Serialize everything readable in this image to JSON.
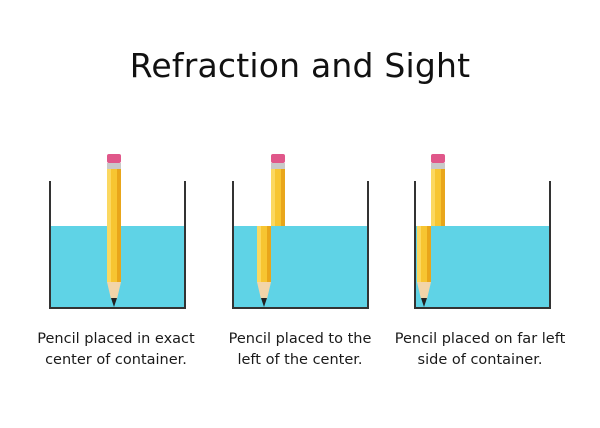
{
  "title": "Refraction and Sight",
  "colors": {
    "water": "#5fd3e6",
    "container_outline": "#333333",
    "pencil_yellow": "#f7c531",
    "pencil_shade": "#e9a61a",
    "pencil_light": "#fbd860",
    "eraser": "#e0578a",
    "ferrule": "#c9c9c9",
    "wood": "#f2d5a9",
    "lead": "#222222"
  },
  "scenarios": [
    {
      "id": "center",
      "caption_lines": [
        "Pencil placed in exact",
        "center of container."
      ]
    },
    {
      "id": "left-of-center",
      "caption_lines": [
        "Pencil placed to the",
        "left of the center."
      ]
    },
    {
      "id": "far-left",
      "caption_lines": [
        "Pencil placed on far left",
        "side of container."
      ]
    }
  ]
}
